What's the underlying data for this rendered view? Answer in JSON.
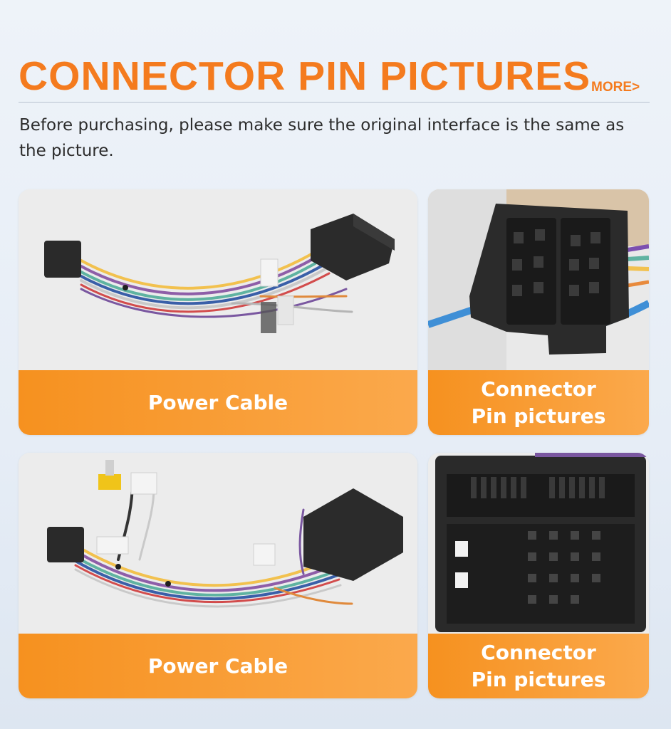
{
  "header": {
    "title": "CONNECTOR PIN PICTURES",
    "more_link": "MORE>"
  },
  "description": "Before purchasing, please make sure the original interface is the same as the picture.",
  "cards": [
    {
      "label_line1": "Power Cable",
      "label_line2": ""
    },
    {
      "label_line1": "Connector",
      "label_line2": "Pin pictures"
    },
    {
      "label_line1": "Power Cable",
      "label_line2": ""
    },
    {
      "label_line1": "Connector",
      "label_line2": "Pin pictures"
    }
  ],
  "colors": {
    "accent": "#f47b1e",
    "label_bg_start": "#f6911f",
    "label_bg_end": "#fba94c"
  }
}
